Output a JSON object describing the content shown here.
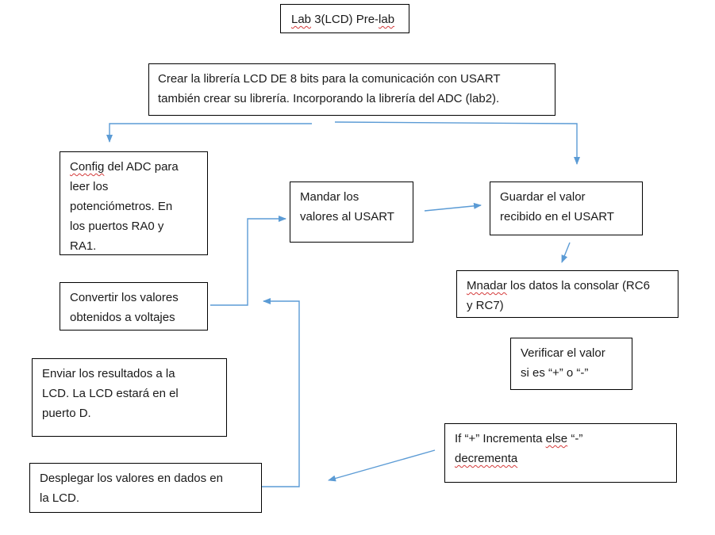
{
  "title": {
    "pre": "Lab",
    "mid": " 3(LCD) Pre-",
    "post": "lab"
  },
  "boxes": {
    "create_library": {
      "line1": "Crear la librería LCD DE 8 bits para la comunicación con USART",
      "line2": "también crear su librería. Incorporando la librería del ADC (lab2)."
    },
    "config_adc": {
      "word1": "Config",
      "line1_rest": " del ADC para",
      "line2": "leer los",
      "line3": "potenciómetros. En",
      "line4": "los puertos RA0 y",
      "line5": "RA1."
    },
    "send_usart": {
      "line1": "Mandar los",
      "line2": "valores al USART"
    },
    "save_value": {
      "line1": "Guardar el valor",
      "line2": "recibido en el USART"
    },
    "send_console": {
      "word1": "Mnadar",
      "line1_rest": " los datos la consolar (RC6",
      "line2": "y RC7)"
    },
    "convert_voltage": {
      "line1": "Convertir los valores",
      "line2": "obtenidos a voltajes"
    },
    "verify_value": {
      "line1": "Verificar el valor",
      "line2": "si es “+” o “-”"
    },
    "send_lcd": {
      "line1": "Enviar los resultados a la",
      "line2": "LCD. La LCD estará en el",
      "line3": "puerto D."
    },
    "if_increment": {
      "line1_a": "If “+” Incrementa ",
      "line1_else": "else",
      "line1_b": " “-”",
      "line2": "decrementa"
    },
    "display_values": {
      "line1": "Desplegar los valores en dados en",
      "line2": "la LCD."
    }
  },
  "colors": {
    "arrow": "#5b9bd5",
    "border": "#000000",
    "spell_underline": "#d43b3b"
  }
}
